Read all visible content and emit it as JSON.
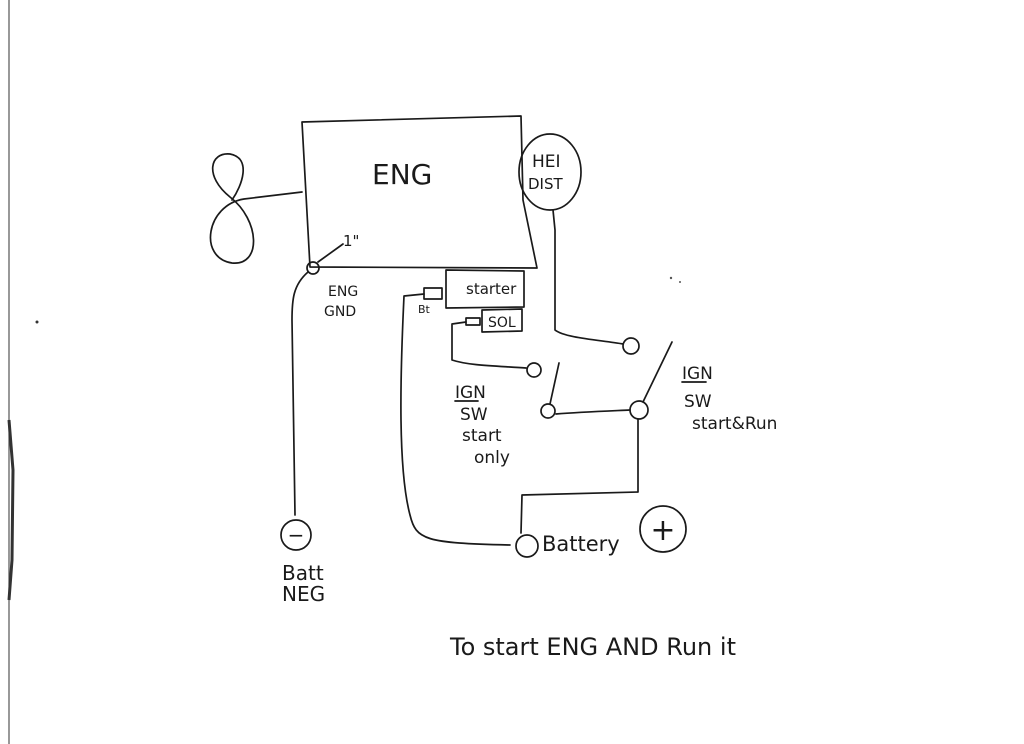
{
  "labels": {
    "engine": "ENG",
    "distributor_line1": "HEI",
    "distributor_line2": "DIST",
    "starter": "starter",
    "solenoid": "SOL",
    "solenoid_b": "Bt",
    "ground_line1": "ENG",
    "ground_line2": "GND",
    "strap_mark": "1\"",
    "ign_start_line1": "IGN",
    "ign_start_line2": "SW",
    "ign_start_line3": "start",
    "ign_start_line4": "only",
    "ign_run_line1": "IGN",
    "ign_run_line2": "SW",
    "ign_run_line3": "start&Run",
    "battery": "Battery",
    "battery_plus": "+",
    "batt_neg_symbol": "−",
    "batt_neg_line1": "Batt",
    "batt_neg_line2": "NEG",
    "caption": "To start ENG AND Run it"
  },
  "colors": {
    "ink": "#1a1a1a",
    "paper": "#ffffff"
  }
}
